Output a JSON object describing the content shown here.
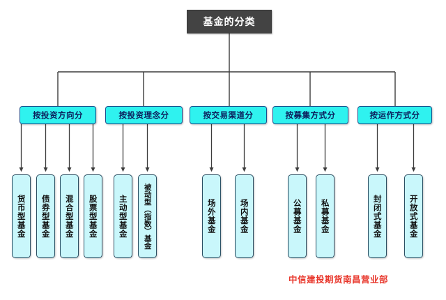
{
  "diagram": {
    "type": "tree-org-chart",
    "root": {
      "label": "基金的分类",
      "box_color": "#434343",
      "text_color": "#ffffff"
    },
    "category_color": "#2ff2ef",
    "category_text_color": "#0c1f5c",
    "leaf_color": "#c9f7fb",
    "leaf_text_color": "#111111",
    "connector_color": "#3c3c3c",
    "background": "#ffffff",
    "categories": [
      {
        "label": "按投资方向分",
        "children": [
          {
            "label": "货币型基金"
          },
          {
            "label": "债券型基金"
          },
          {
            "label": "混合型基金"
          },
          {
            "label": "股票型基金"
          }
        ]
      },
      {
        "label": "按投资理念分",
        "children": [
          {
            "label": "主动型基金"
          },
          {
            "label": "被动型（指数）基金"
          }
        ]
      },
      {
        "label": "按交易渠道分",
        "children": [
          {
            "label": "场外基金"
          },
          {
            "label": "场内基金"
          }
        ]
      },
      {
        "label": "按募集方式分",
        "children": [
          {
            "label": "公募基金"
          },
          {
            "label": "私募基金"
          }
        ]
      },
      {
        "label": "按运作方式分",
        "children": [
          {
            "label": "封闭式基金"
          },
          {
            "label": "开放式基金"
          }
        ]
      }
    ]
  },
  "footer": {
    "credit": "中信建投期货南昌营业部",
    "color": "#e8352a"
  }
}
